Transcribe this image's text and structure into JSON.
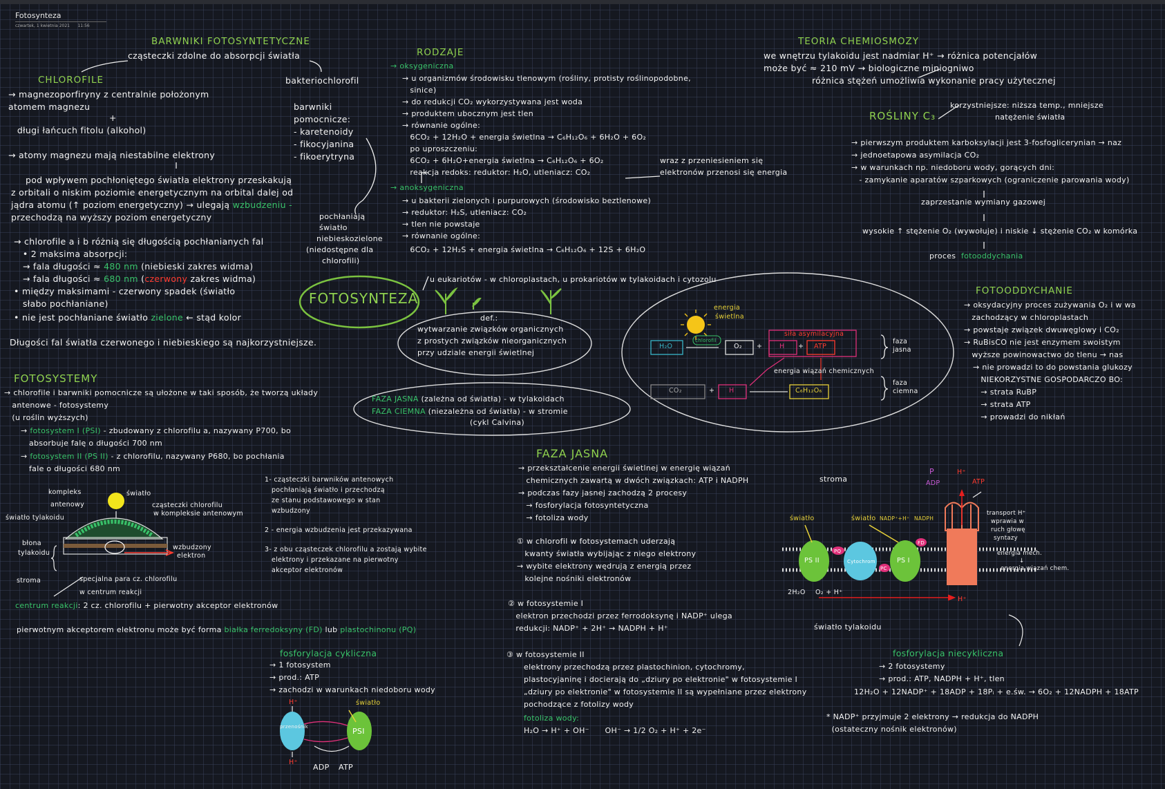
{
  "header": {
    "title": "Fotosynteza",
    "date": "czwartek, 1 kwietnia 2021",
    "time": "11:56"
  },
  "center": {
    "title": "FOTOSYNTEZA",
    "where": "u eukariotów - w chloroplastach, u prokariotów w tylakoidach i cytozolu",
    "def_label": "def.:",
    "def_lines": [
      "wytwarzanie związków organicznych",
      "z prostych związków nieorganicznych",
      "przy udziale energii świetlnej"
    ],
    "phases": {
      "light_name": "FAZA JASNA",
      "light_rest": " (zależna od światła) - w tylakoidach",
      "dark_name": "FAZA CIEMNA",
      "dark_rest": " (niezależna od światła) - w stromie",
      "dark_sub": "(cykl Calvina)"
    }
  },
  "pigments": {
    "title": "BARWNIKI FOTOSYNTETYCZNE",
    "subtitle": "cząsteczki zdolne do absorpcji światła",
    "chlorophyll_title": "CHLOROFILE",
    "bacterio": "bakteriochlorofil",
    "lines": [
      "→ magnezoporfiryny z centralnie położonym",
      "   atomem magnezu",
      "+",
      "   długi łańcuch fitolu (alkohol)",
      "→ atomy magnezu mają niestabilne elektrony",
      "pod wpływem pochłoniętego światła elektrony przeskakują",
      "z orbitali o niskim poziomie energetycznym na orbital dalej od",
      "jądra atomu (↑ poziom energetyczny) → ulegają",
      "przechodzą na wyższy poziom energetyczny",
      "→ chlorofile a i b różnią się długością pochłanianych fal",
      "   • 2 maksima absorpcji:",
      "   → fala długości ≈",
      "   → fala długości ≈",
      "• między maksimami - czerwony spadek (światło",
      "   słabo pochłaniane)",
      "• nie jest pochłaniane światło",
      "Długości fal światła czerwonego i niebieskiego są najkorzystniejsze."
    ],
    "excitation": "wzbudzeniu -",
    "wave1": "480 nm",
    "wave1_rest": " (niebieski zakres widma)",
    "wave2": "680 nm",
    "wave2_mid": "(",
    "wave2_red": "czerwony",
    "wave2_rest": " zakres widma)",
    "green_word": "zielone",
    "green_rest": " ← stąd kolor",
    "aux_title": [
      "barwniki",
      "pomocnicze:"
    ],
    "aux_items": [
      "- karetenoidy",
      "- fikocyjanina",
      "- fikoerytryna"
    ],
    "aux_note": [
      "pochłaniają",
      "światło",
      "niebieskozielone",
      "(niedostępne dla",
      "chlorofili)"
    ]
  },
  "types": {
    "title": "RODZAJE",
    "oxy": "→ oksygeniczna",
    "oxy_lines": [
      "→ u organizmów środowisku tlenowym (rośliny, protisty roślinopodobne,",
      "   sinice)",
      "→ do redukcji CO₂ wykorzystywana jest woda",
      "→ produktem ubocznym jest tlen",
      "→ równanie ogólne:",
      "   6CO₂ + 12H₂O + energia świetlna → C₆H₁₂O₆ + 6H₂O + 6O₂",
      "   po uproszczeniu:",
      "   6CO₂ + 6H₂O+energia świetlna → C₆H₁₂O₆ + 6O₂",
      "   reakcja redoks: reduktor: H₂O, utleniacz: CO₂"
    ],
    "redox_note": [
      "wraz z przeniesieniem się",
      "elektronów przenosi się energia"
    ],
    "anoxy": "→ anoksygeniczna",
    "anoxy_lines": [
      "→ u bakterii zielonych i purpurowych (środowisko beztlenowe)",
      "→ reduktor: H₂S, utleniacz: CO₂",
      "→ tlen nie powstaje",
      "→ równanie ogólne:",
      "   6CO₂ + 12H₂S + energia świetlna → C₆H₁₂O₆ + 12S + 6H₂O"
    ]
  },
  "chemiosmosis": {
    "title": "TEORIA CHEMIOSMOZY",
    "lines": [
      "we wnętrzu tylakoidu jest nadmiar H⁺ → różnica potencjałów",
      "może być ≈ 210 mV → biologiczne miniogniwo",
      "różnica stężeń umożliwia wykonanie pracy użytecznej"
    ]
  },
  "c3": {
    "title": "ROŚLINY C₃",
    "note": [
      "korzystniejsze: niższa temp., mniejsze",
      "natężenie światła"
    ],
    "lines": [
      "→ pierwszym produktem karboksylacji jest 3-fosfoglicerynian → naz",
      "→ jednoetapowa asymilacja CO₂",
      "→ w warunkach np. niedoboru wody, gorących dni:",
      "   - zamykanie aparatów szparkowych (ograniczenie parowania wody)",
      "zaprzestanie wymiany gazowej",
      "wysokie ↑ stężenie O₂ (wywołuje) i niskie ↓ stężenie CO₂ w komórka",
      "proces"
    ],
    "photoresp_word": "fotooddychania"
  },
  "photoresp": {
    "title": "FOTOODDYCHANIE",
    "lines": [
      "→ oksydacyjny proces zużywania O₂ i w wa",
      "   zachodzący w chloroplastach",
      "→ powstaje związek dwuwęglowy i CO₂",
      "→ RuBisCO nie jest enzymem swoistym",
      "   wyższe powinowactwo do tlenu → nas",
      "→ nie prowadzi to do powstania glukozy",
      "   NIEKORZYSTNE GOSPODARCZO BO:",
      "   → strata RuBP",
      "   → strata ATP",
      "   → prowadzi do nikłań"
    ]
  },
  "schema": {
    "energy": [
      "energia",
      "świetlna"
    ],
    "chlorofil": "chlorofil",
    "h2o": "H₂O",
    "o2": "O₂",
    "h": "H",
    "atp": "ATP",
    "assim": "siła asymilacyjna",
    "bond": "energia wiązań chemicznych",
    "co2": "CO₂",
    "glucose": "C₆H₁₂O₆",
    "light_phase": [
      "faza",
      "jasna"
    ],
    "dark_phase": [
      "faza",
      "ciemna"
    ]
  },
  "photosystems": {
    "title": "FOTOSYSTEMY",
    "lines": [
      "→ chlorofile i barwniki pomocnicze są ułożone w taki sposób, że tworzą układy",
      "   antenowe - fotosystemy",
      "   (u roślin wyższych)"
    ],
    "ps1_name": "fotosystem I (PSI)",
    "ps1_rest": " - zbudowany z chlorofilu a, nazywany P700, bo",
    "ps1_cont": "absorbuje falę o długości 700 nm",
    "ps2_name": "fotosystem II (PS II)",
    "ps2_rest": " - z chlorofilu, nazywany P680, bo pochłania",
    "ps2_cont": "fale o długości 680 nm",
    "diagram": {
      "complex": [
        "kompleks",
        "antenowy"
      ],
      "light": "światło",
      "molecules": [
        "cząsteczki chlorofilu",
        "w kompleksie antenowym"
      ],
      "membrane_light": "światło tylakoidu",
      "membrane": [
        "błona",
        "tylakoidu"
      ],
      "excited": [
        "wzbudzony",
        "elektron"
      ],
      "stroma": "stroma",
      "special": [
        "specjalna para cz. chlorofilu",
        "w centrum reakcji"
      ]
    },
    "center_word": "centrum reakcji",
    "center_rest": ": 2 cz. chlorofilu + pierwotny akceptor elektronów",
    "steps": [
      "1- cząsteczki barwników antenowych",
      "   pochłaniają światło i przechodzą",
      "   ze stanu podstawowego w stan",
      "   wzbudzony",
      "2 - energia wzbudzenia jest przekazywana",
      "3- z obu cząsteczek chlorofilu a zostają wybite",
      "   elektrony i przekazane na pierwotny",
      "   akceptor elektronów"
    ],
    "primary": "pierwotnym akceptorem elektronu może być forma",
    "primary_g1": "białka ferredoksyny (FD)",
    "primary_lub": " lub ",
    "primary_g2": "plastochinonu (PQ)"
  },
  "cyclic": {
    "title": "fosforylacja cykliczna",
    "lines": [
      "→ 1 fotosystem",
      "→ prod.: ATP",
      "→ zachodzi w warunkach niedoboru wody"
    ],
    "h1": "H⁺",
    "light": "światło",
    "carrier": "przenośnik",
    "ps1": "PSI",
    "h2": "H⁺",
    "adp": "ADP",
    "atp": "ATP"
  },
  "light_phase": {
    "title": "FAZA JASNA",
    "lines": [
      "→ przekształcenie energii świetlnej w energię wiązań",
      "   chemicznych zawartą w dwóch związkach: ATP i NADPH",
      "→ podczas fazy jasnej zachodzą 2 procesy",
      "   → fosforylacja fotosyntetyczna",
      "   → fotoliza wody"
    ],
    "step1": [
      "① w chlorofil w fotosystemach uderzają",
      "   kwanty światła wybijając z niego elektrony",
      "→ wybite elektrony wędrują z energią przez",
      "   kolejne nośniki elektronów"
    ],
    "step2": [
      "② w fotosystemie I",
      "   elektron przechodzi przez ferrodoksynę i NADP⁺ ulega",
      "   redukcji: NADP⁺ + 2H⁺ → NADPH + H⁺"
    ],
    "step3": [
      "③ w fotosystemie II",
      "elektrony przechodzą przez plastochinion, cytochromy,",
      "plastocyjaninę i docierają do „dziury po elektronie\" w fotosystemie I",
      "„dziury po elektronie\" w fotosystemie II są wypełniane przez elektrony",
      "pochodzące z fotolizy wody"
    ],
    "photolysis_title": "fotoliza wody:",
    "photolysis_eq": "H₂O → H⁺ + OH⁻      OH⁻ → 1/2 O₂ + H⁺ + 2e⁻"
  },
  "membrane_diagram": {
    "stroma": "stroma",
    "p": "P",
    "h_top": "H⁺",
    "adp": "ADP",
    "atp": "ATP",
    "light1": "światło",
    "light2": "światło",
    "nadp": "NADP⁺+H⁺",
    "nadph": "NADPH",
    "ps2": "PS II",
    "cyt": "Cytochrom",
    "ps1": "PS I",
    "fd": "FD",
    "pq": "PQ",
    "pc": "PC",
    "h2o": "2H₂O",
    "o2": "O₂ + H⁺",
    "h_bottom": "H⁺",
    "transport": [
      "transport H⁺",
      "wprawia w",
      "ruch głowę",
      "syntazy"
    ],
    "mech": [
      "energia mech.",
      "↓",
      "energia wiązań chem."
    ],
    "lumen": "światło tylakoidu"
  },
  "noncyclic": {
    "title": "fosforylacja niecykliczna",
    "lines": [
      "→ 2 fotosystemy",
      "→ prod.: ATP, NADPH + H⁺, tlen"
    ],
    "eq": "12H₂O + 12NADP⁺ + 18ADP + 18Pᵢ + e.św. → 6O₂ + 12NADPH + 18ATP",
    "note": [
      "* NADP⁺ przyjmuje 2 elektrony → redukcja do NADPH",
      "  (ostateczny nośnik elektronów)"
    ]
  },
  "colors": {
    "accent": "#8fd14f",
    "green": "#39c36a",
    "red": "#ff3b2f",
    "yellow": "#e8d23a",
    "pink": "#e0307a",
    "bg": "#151820"
  }
}
